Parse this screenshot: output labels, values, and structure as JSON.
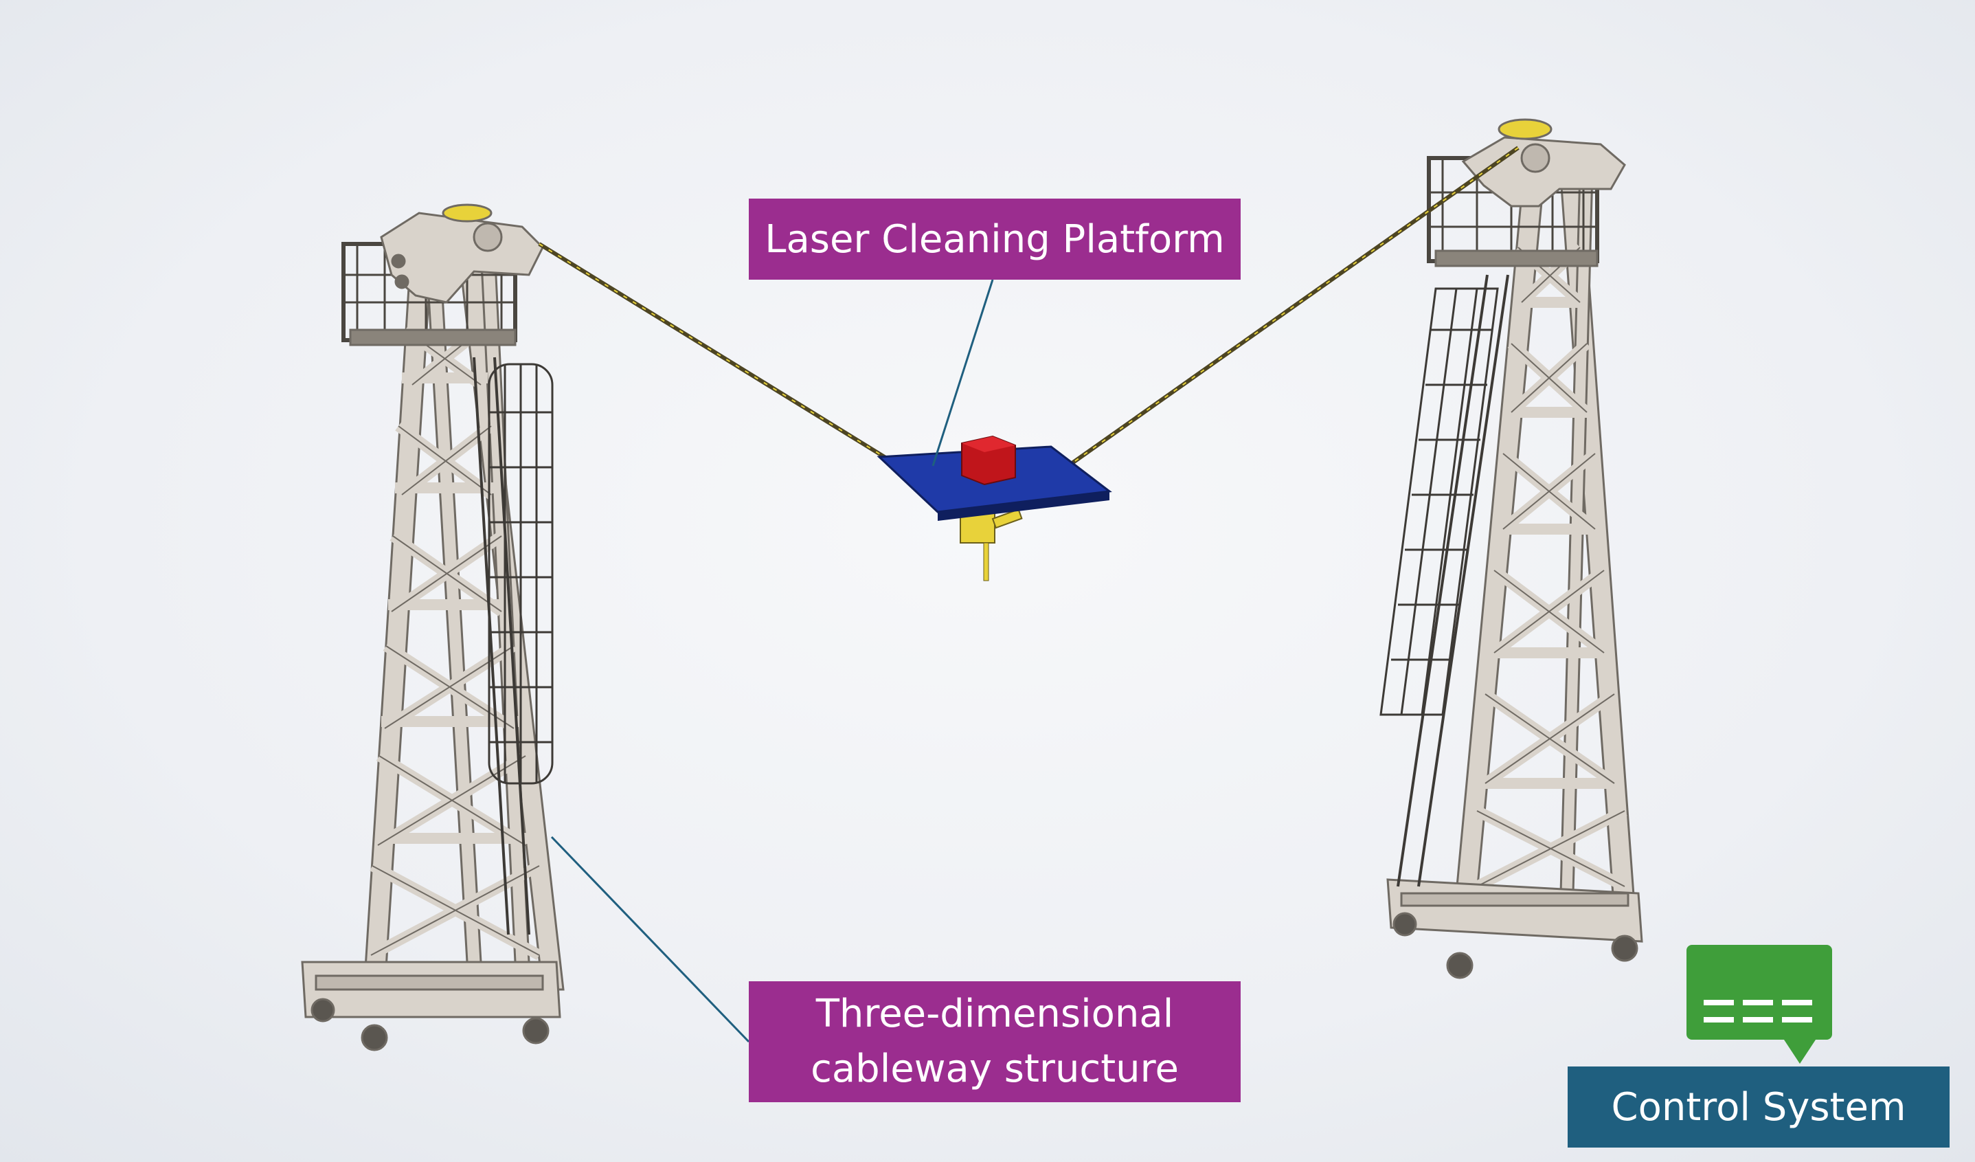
{
  "labels": {
    "platform": "Laser Cleaning Platform",
    "cableway_line1": "Three-dimensional",
    "cableway_line2": "cableway structure",
    "control": "Control System"
  },
  "icons": {
    "control": "chat-bubble-icon"
  },
  "colors": {
    "label_purple": "#9b2d8f",
    "control_blue": "#1f5f7f",
    "chat_green": "#3f9e3a",
    "platform_blue": "#1f3aa8",
    "box_red": "#c0151b",
    "laser_yellow": "#e8d23a",
    "tower_frame": "#d9d3cb",
    "cable": "#4d4523",
    "leader_line": "#1f5f7f"
  }
}
